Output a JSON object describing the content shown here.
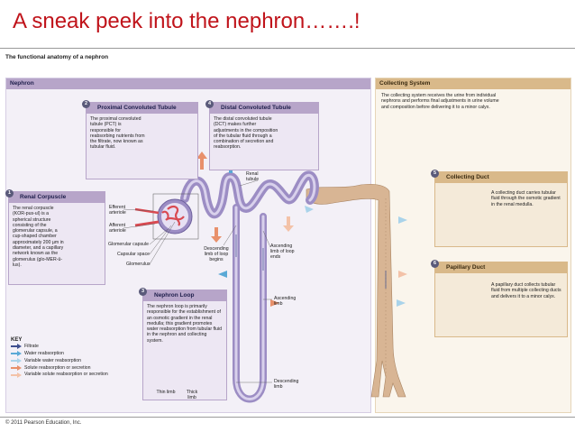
{
  "slide_title": "A sneak peek into the nephron…….!",
  "figure_title": "The functional anatomy of a nephron",
  "nephron_header": "Nephron",
  "collecting_system_header": "Collecting System",
  "collecting_system_text": "The collecting system receives the urine from individual nephrons and performs final adjustments in urine volume and composition before delivering it to a minor calyx.",
  "pct": {
    "number": "2",
    "title": "Proximal Convoluted Tubule",
    "text": "The proximal convoluted tubule (PCT) is responsible for reabsorbing nutrients from the filtrate, now known as tubular fluid."
  },
  "dct": {
    "number": "4",
    "title": "Distal Convoluted Tubule",
    "text": "The distal convoluted tubule (DCT) makes further adjustments in the composition of the tubular fluid through a combination of secretion and reabsorption."
  },
  "renal_corpuscle": {
    "number": "1",
    "title": "Renal Corpuscle",
    "text": "The renal corpuscle (KOR-pus-ul) is a spherical structure consisting of the glomerular capsule, a cup-shaped chamber approximately 200 µm in diameter, and a capillary network known as the glomerulus (glo-MER-ū-lus)."
  },
  "nephron_loop": {
    "number": "3",
    "title": "Nephron Loop",
    "text": "The nephron loop is primarily responsible for the establishment of an osmotic gradient in the renal medulla; this gradient promotes water reabsorption from tubular fluid in the nephron and collecting system.",
    "thin_label": "Thin limb",
    "thick_label": "Thick limb"
  },
  "collecting_duct": {
    "number": "5",
    "title": "Collecting Duct",
    "text": "A collecting duct carries tubular fluid through the osmotic gradient in the renal medulla."
  },
  "papillary_duct": {
    "number": "6",
    "title": "Papillary Duct",
    "text": "A papillary duct collects tubular fluid from multiple collecting ducts and delivers it to a minor calyx."
  },
  "labels": {
    "efferent": "Efferent arteriole",
    "afferent": "Afferent arteriole",
    "glomerular_capsule": "Glomerular capsule",
    "capsular_space": "Capsular space",
    "glomerulus": "Glomerulus",
    "renal_tubule": "Renal tubule",
    "descending_loop_begins": "Descending limb of loop begins",
    "ascending_loop_ends": "Ascending limb of loop ends",
    "ascending_limb": "Ascending limb",
    "descending_limb": "Descending limb"
  },
  "key": {
    "title": "KEY",
    "items": [
      {
        "label": "Filtrate",
        "color": "#3f4f8f"
      },
      {
        "label": "Water reabsorption",
        "color": "#5aa9d6"
      },
      {
        "label": "Variable water reabsorption",
        "color": "#a9d3ea"
      },
      {
        "label": "Solute reabsorption or secretion",
        "color": "#e8906b"
      },
      {
        "label": "Variable solute reabsorption or secretion",
        "color": "#f3c2a8"
      }
    ]
  },
  "copyright": "© 2011 Pearson Education, Inc.",
  "colors": {
    "title_red": "#c0141b",
    "tubule_purple": "#9c8dc4",
    "collecting_tan": "#d8b594",
    "panel_purple": "#b7a5c9",
    "panel_gold": "#d9b98a"
  }
}
